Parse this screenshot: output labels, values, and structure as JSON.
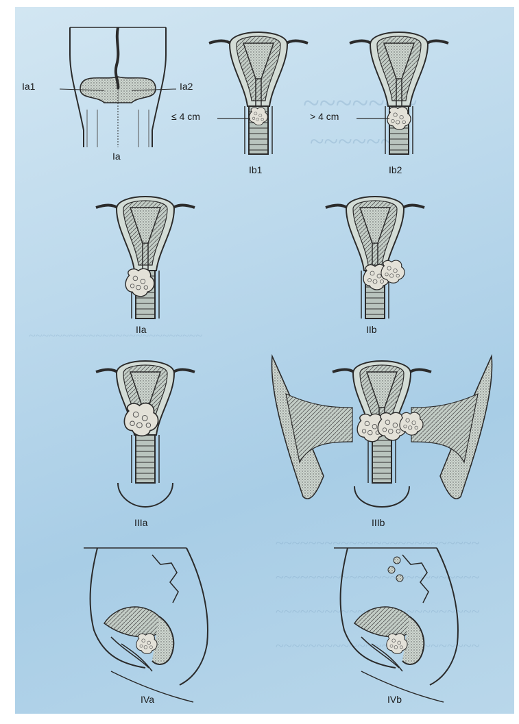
{
  "figure": {
    "labels": {
      "ia": "Ia",
      "ia1": "Ia1",
      "ia2": "Ia2",
      "ib1": "Ib1",
      "ib2": "Ib2",
      "le4": "≤ 4 cm",
      "gt4": "> 4 cm",
      "iia": "IIa",
      "iib": "IIb",
      "iiia": "IIIa",
      "iiib": "IIIb",
      "iva": "IVa",
      "ivb": "IVb"
    }
  },
  "colors": {
    "background": "#bcd9ec",
    "line": "#2b2b2b",
    "tissue": "#c9cfc9",
    "tumor": "#e4e2da"
  }
}
